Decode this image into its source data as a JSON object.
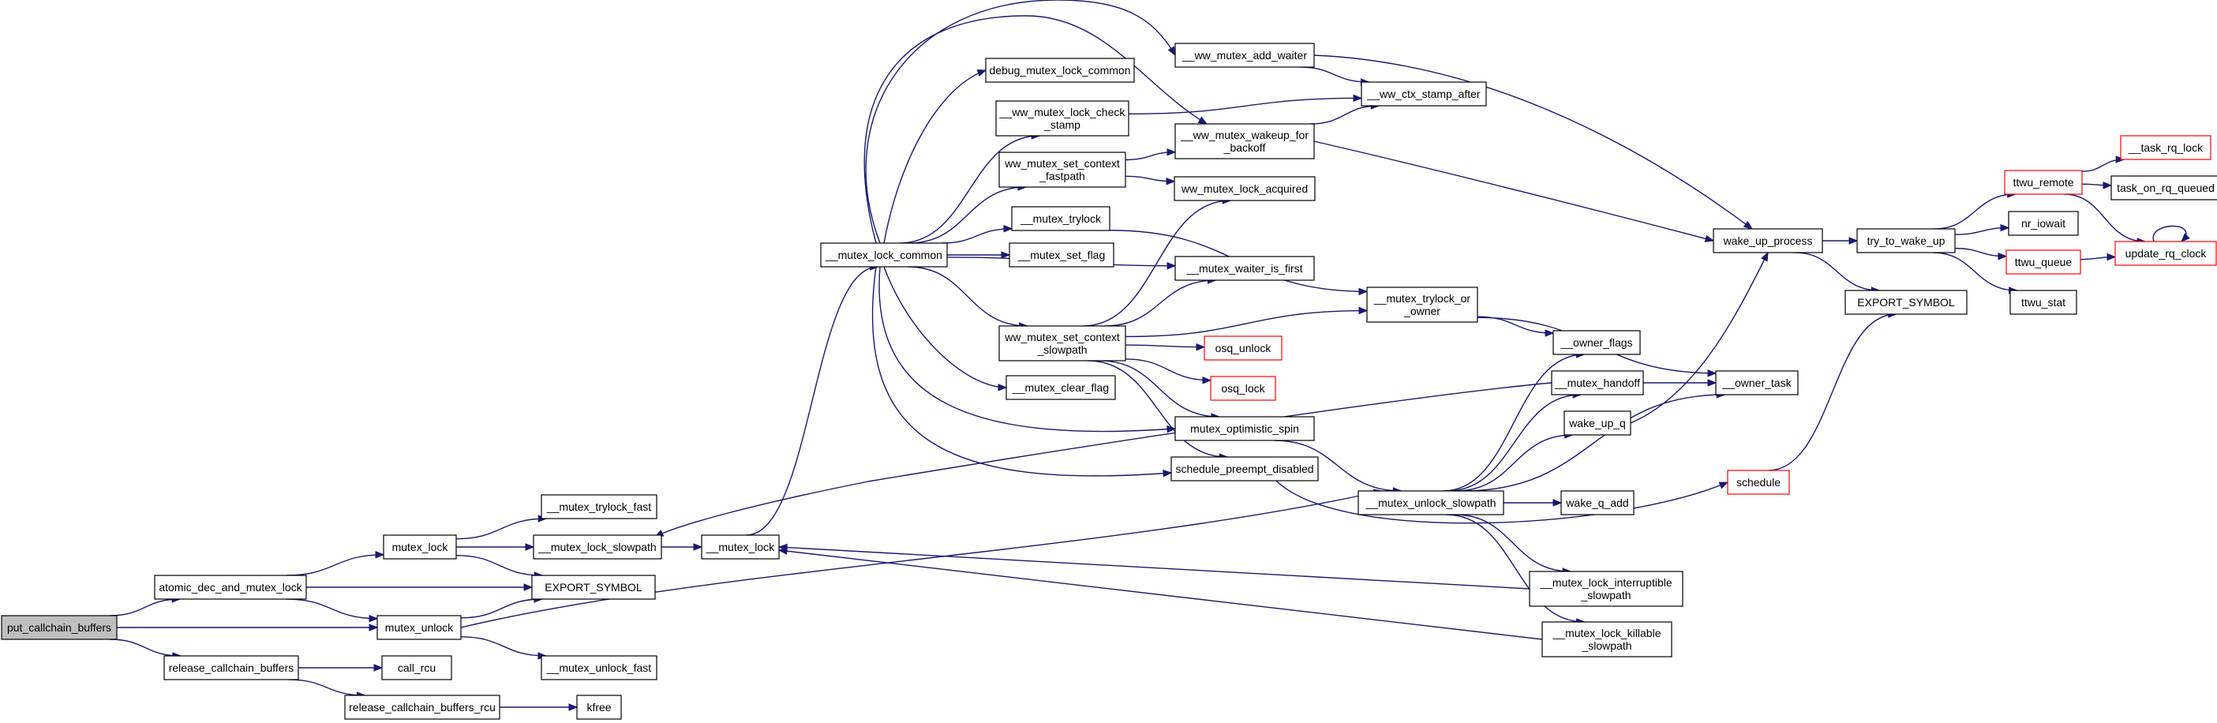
{
  "colors": {
    "edge": "#191970",
    "node_border": "#000000",
    "link_border": "#ff0000",
    "root_fill": "#bfbfbf"
  },
  "nodes": [
    {
      "id": "put_callchain_buffers",
      "lines": [
        "put_callchain_buffers"
      ],
      "root": true
    },
    {
      "id": "atomic_dec_and_mutex_lock",
      "lines": [
        "atomic_dec_and_mutex_lock"
      ]
    },
    {
      "id": "mutex_unlock",
      "lines": [
        "mutex_unlock"
      ]
    },
    {
      "id": "release_callchain_buffers",
      "lines": [
        "release_callchain_buffers"
      ]
    },
    {
      "id": "mutex_lock",
      "lines": [
        "mutex_lock"
      ]
    },
    {
      "id": "export_symbol_1",
      "lines": [
        "EXPORT_SYMBOL"
      ]
    },
    {
      "id": "__mutex_trylock_fast",
      "lines": [
        "__mutex_trylock_fast"
      ]
    },
    {
      "id": "__mutex_lock_slowpath",
      "lines": [
        "__mutex_lock_slowpath"
      ]
    },
    {
      "id": "__mutex_unlock_fast",
      "lines": [
        "__mutex_unlock_fast"
      ]
    },
    {
      "id": "call_rcu",
      "lines": [
        "call_rcu"
      ]
    },
    {
      "id": "release_callchain_buffers_rcu",
      "lines": [
        "release_callchain_buffers_rcu"
      ]
    },
    {
      "id": "kfree",
      "lines": [
        "kfree"
      ]
    },
    {
      "id": "__mutex_lock",
      "lines": [
        "__mutex_lock"
      ]
    },
    {
      "id": "__mutex_lock_common",
      "lines": [
        "__mutex_lock_common"
      ]
    },
    {
      "id": "debug_mutex_lock_common",
      "lines": [
        "debug_mutex_lock_common"
      ]
    },
    {
      "id": "__ww_mutex_lock_check_stamp",
      "lines": [
        "__ww_mutex_lock_check",
        "_stamp"
      ]
    },
    {
      "id": "ww_mutex_set_context_fastpath",
      "lines": [
        "ww_mutex_set_context",
        "_fastpath"
      ]
    },
    {
      "id": "__mutex_trylock",
      "lines": [
        "__mutex_trylock"
      ]
    },
    {
      "id": "__mutex_set_flag",
      "lines": [
        "__mutex_set_flag"
      ]
    },
    {
      "id": "ww_mutex_set_context_slowpath",
      "lines": [
        "ww_mutex_set_context",
        "_slowpath"
      ]
    },
    {
      "id": "__mutex_clear_flag",
      "lines": [
        "__mutex_clear_flag"
      ]
    },
    {
      "id": "__ww_mutex_add_waiter",
      "lines": [
        "__ww_mutex_add_waiter"
      ]
    },
    {
      "id": "__ww_ctx_stamp_after",
      "lines": [
        "__ww_ctx_stamp_after"
      ]
    },
    {
      "id": "__ww_mutex_wakeup_for_backoff",
      "lines": [
        "__ww_mutex_wakeup_for",
        "_backoff"
      ]
    },
    {
      "id": "ww_mutex_lock_acquired",
      "lines": [
        "ww_mutex_lock_acquired"
      ]
    },
    {
      "id": "__mutex_waiter_is_first",
      "lines": [
        "__mutex_waiter_is_first"
      ]
    },
    {
      "id": "__mutex_trylock_or_owner",
      "lines": [
        "__mutex_trylock_or",
        "_owner"
      ]
    },
    {
      "id": "osq_unlock",
      "lines": [
        "osq_unlock"
      ],
      "red": true
    },
    {
      "id": "osq_lock",
      "lines": [
        "osq_lock"
      ],
      "red": true
    },
    {
      "id": "mutex_optimistic_spin",
      "lines": [
        "mutex_optimistic_spin"
      ]
    },
    {
      "id": "schedule_preempt_disabled",
      "lines": [
        "schedule_preempt_disabled"
      ]
    },
    {
      "id": "__mutex_unlock_slowpath",
      "lines": [
        "__mutex_unlock_slowpath"
      ]
    },
    {
      "id": "__owner_flags",
      "lines": [
        "__owner_flags"
      ]
    },
    {
      "id": "__mutex_handoff",
      "lines": [
        "__mutex_handoff"
      ]
    },
    {
      "id": "__owner_task",
      "lines": [
        "__owner_task"
      ]
    },
    {
      "id": "wake_up_q",
      "lines": [
        "wake_up_q"
      ]
    },
    {
      "id": "wake_q_add",
      "lines": [
        "wake_q_add"
      ]
    },
    {
      "id": "__mutex_lock_interruptible_slowpath",
      "lines": [
        "__mutex_lock_interruptible",
        "_slowpath"
      ]
    },
    {
      "id": "__mutex_lock_killable_slowpath",
      "lines": [
        "__mutex_lock_killable",
        "_slowpath"
      ]
    },
    {
      "id": "schedule",
      "lines": [
        "schedule"
      ],
      "red": true
    },
    {
      "id": "wake_up_process",
      "lines": [
        "wake_up_process"
      ]
    },
    {
      "id": "try_to_wake_up",
      "lines": [
        "try_to_wake_up"
      ]
    },
    {
      "id": "export_symbol_2",
      "lines": [
        "EXPORT_SYMBOL"
      ]
    },
    {
      "id": "ttwu_remote",
      "lines": [
        "ttwu_remote"
      ],
      "red": true
    },
    {
      "id": "nr_iowait",
      "lines": [
        "nr_iowait"
      ]
    },
    {
      "id": "ttwu_queue",
      "lines": [
        "ttwu_queue"
      ],
      "red": true
    },
    {
      "id": "ttwu_stat",
      "lines": [
        "ttwu_stat"
      ]
    },
    {
      "id": "__task_rq_lock",
      "lines": [
        "__task_rq_lock"
      ],
      "red": true
    },
    {
      "id": "task_on_rq_queued",
      "lines": [
        "task_on_rq_queued"
      ]
    },
    {
      "id": "update_rq_clock",
      "lines": [
        "update_rq_clock"
      ],
      "red": true
    }
  ],
  "edges": [
    [
      "put_callchain_buffers",
      "atomic_dec_and_mutex_lock"
    ],
    [
      "put_callchain_buffers",
      "mutex_unlock"
    ],
    [
      "put_callchain_buffers",
      "release_callchain_buffers"
    ],
    [
      "atomic_dec_and_mutex_lock",
      "mutex_lock"
    ],
    [
      "atomic_dec_and_mutex_lock",
      "export_symbol_1"
    ],
    [
      "atomic_dec_and_mutex_lock",
      "mutex_unlock"
    ],
    [
      "mutex_lock",
      "__mutex_trylock_fast"
    ],
    [
      "mutex_lock",
      "__mutex_lock_slowpath"
    ],
    [
      "mutex_lock",
      "export_symbol_1"
    ],
    [
      "mutex_unlock",
      "export_symbol_1"
    ],
    [
      "mutex_unlock",
      "__mutex_unlock_fast"
    ],
    [
      "mutex_unlock",
      "__mutex_unlock_slowpath"
    ],
    [
      "release_callchain_buffers",
      "call_rcu"
    ],
    [
      "release_callchain_buffers",
      "release_callchain_buffers_rcu"
    ],
    [
      "release_callchain_buffers_rcu",
      "kfree"
    ],
    [
      "__mutex_lock_slowpath",
      "__mutex_lock"
    ],
    [
      "__mutex_lock",
      "__mutex_lock_common"
    ],
    [
      "__mutex_lock_common",
      "__ww_mutex_add_waiter"
    ],
    [
      "__mutex_lock_common",
      "debug_mutex_lock_common"
    ],
    [
      "__mutex_lock_common",
      "__ww_mutex_wakeup_for_backoff"
    ],
    [
      "__mutex_lock_common",
      "__ww_mutex_lock_check_stamp"
    ],
    [
      "__mutex_lock_common",
      "ww_mutex_set_context_fastpath"
    ],
    [
      "__mutex_lock_common",
      "__mutex_trylock"
    ],
    [
      "__mutex_lock_common",
      "__mutex_set_flag"
    ],
    [
      "__mutex_lock_common",
      "__mutex_waiter_is_first"
    ],
    [
      "__mutex_lock_common",
      "ww_mutex_set_context_slowpath"
    ],
    [
      "__mutex_lock_common",
      "__mutex_clear_flag"
    ],
    [
      "__mutex_lock_common",
      "mutex_optimistic_spin"
    ],
    [
      "__mutex_lock_common",
      "schedule_preempt_disabled"
    ],
    [
      "__ww_mutex_add_waiter",
      "__ww_ctx_stamp_after"
    ],
    [
      "__ww_mutex_add_waiter",
      "wake_up_process"
    ],
    [
      "__ww_mutex_lock_check_stamp",
      "__ww_ctx_stamp_after"
    ],
    [
      "ww_mutex_set_context_fastpath",
      "__ww_mutex_wakeup_for_backoff"
    ],
    [
      "ww_mutex_set_context_fastpath",
      "ww_mutex_lock_acquired"
    ],
    [
      "__ww_mutex_wakeup_for_backoff",
      "__ww_ctx_stamp_after"
    ],
    [
      "__ww_mutex_wakeup_for_backoff",
      "wake_up_process"
    ],
    [
      "__mutex_trylock",
      "__mutex_trylock_or_owner"
    ],
    [
      "ww_mutex_set_context_slowpath",
      "ww_mutex_lock_acquired"
    ],
    [
      "ww_mutex_set_context_slowpath",
      "__mutex_waiter_is_first"
    ],
    [
      "ww_mutex_set_context_slowpath",
      "__mutex_trylock_or_owner"
    ],
    [
      "ww_mutex_set_context_slowpath",
      "osq_unlock"
    ],
    [
      "ww_mutex_set_context_slowpath",
      "osq_lock"
    ],
    [
      "ww_mutex_set_context_slowpath",
      "mutex_optimistic_spin"
    ],
    [
      "ww_mutex_set_context_slowpath",
      "schedule_preempt_disabled"
    ],
    [
      "__mutex_trylock_or_owner",
      "__owner_flags"
    ],
    [
      "__mutex_trylock_or_owner",
      "__owner_task"
    ],
    [
      "mutex_optimistic_spin",
      "__mutex_unlock_slowpath"
    ],
    [
      "schedule_preempt_disabled",
      "schedule"
    ],
    [
      "__mutex_unlock_slowpath",
      "__owner_flags"
    ],
    [
      "__mutex_unlock_slowpath",
      "__mutex_handoff"
    ],
    [
      "__mutex_unlock_slowpath",
      "__owner_task"
    ],
    [
      "__mutex_unlock_slowpath",
      "wake_up_q"
    ],
    [
      "__mutex_unlock_slowpath",
      "wake_q_add"
    ],
    [
      "__mutex_unlock_slowpath",
      "__mutex_lock_interruptible_slowpath"
    ],
    [
      "__mutex_unlock_slowpath",
      "__mutex_lock_killable_slowpath"
    ],
    [
      "__mutex_handoff",
      "__mutex_lock_slowpath"
    ],
    [
      "__mutex_handoff",
      "__owner_task"
    ],
    [
      "__mutex_lock_interruptible_slowpath",
      "__mutex_lock"
    ],
    [
      "__mutex_lock_killable_slowpath",
      "__mutex_lock"
    ],
    [
      "wake_up_q",
      "wake_up_process"
    ],
    [
      "schedule",
      "export_symbol_2"
    ],
    [
      "wake_up_process",
      "try_to_wake_up"
    ],
    [
      "wake_up_process",
      "export_symbol_2"
    ],
    [
      "try_to_wake_up",
      "ttwu_remote"
    ],
    [
      "try_to_wake_up",
      "nr_iowait"
    ],
    [
      "try_to_wake_up",
      "ttwu_queue"
    ],
    [
      "try_to_wake_up",
      "ttwu_stat"
    ],
    [
      "ttwu_remote",
      "__task_rq_lock"
    ],
    [
      "ttwu_remote",
      "task_on_rq_queued"
    ],
    [
      "ttwu_remote",
      "update_rq_clock"
    ],
    [
      "ttwu_queue",
      "update_rq_clock"
    ],
    [
      "update_rq_clock",
      "update_rq_clock"
    ]
  ]
}
